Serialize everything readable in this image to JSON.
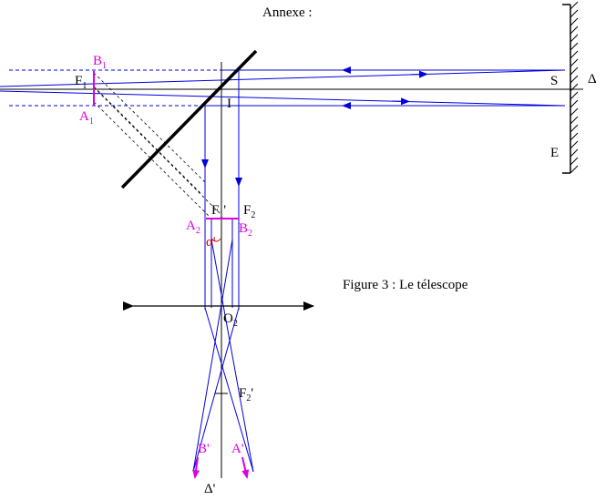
{
  "title": "Annexe :",
  "caption": "Figure 3 : Le télescope",
  "colors": {
    "ray": "#0000dd",
    "image": "#dd00dd",
    "angle": "#cc0000",
    "axis": "#000000"
  },
  "labels": {
    "F1": {
      "main": "F",
      "sub": "1"
    },
    "B1": {
      "main": "B",
      "sub": "1"
    },
    "A1": {
      "main": "A",
      "sub": "1"
    },
    "I": "I",
    "S": "S",
    "Delta": "Δ",
    "E": "E",
    "F1p": {
      "main": "F",
      "sub": "1",
      "prime": "'"
    },
    "F2": {
      "main": "F",
      "sub": "2"
    },
    "A2": {
      "main": "A",
      "sub": "2"
    },
    "B2": {
      "main": "B",
      "sub": "2"
    },
    "alpha": "α'",
    "O2": {
      "main": "O",
      "sub": "2"
    },
    "F2p": {
      "main": "F",
      "sub": "2",
      "prime": "'"
    },
    "Bp": "B'",
    "Ap": "A'",
    "DeltaP": "Δ'"
  }
}
